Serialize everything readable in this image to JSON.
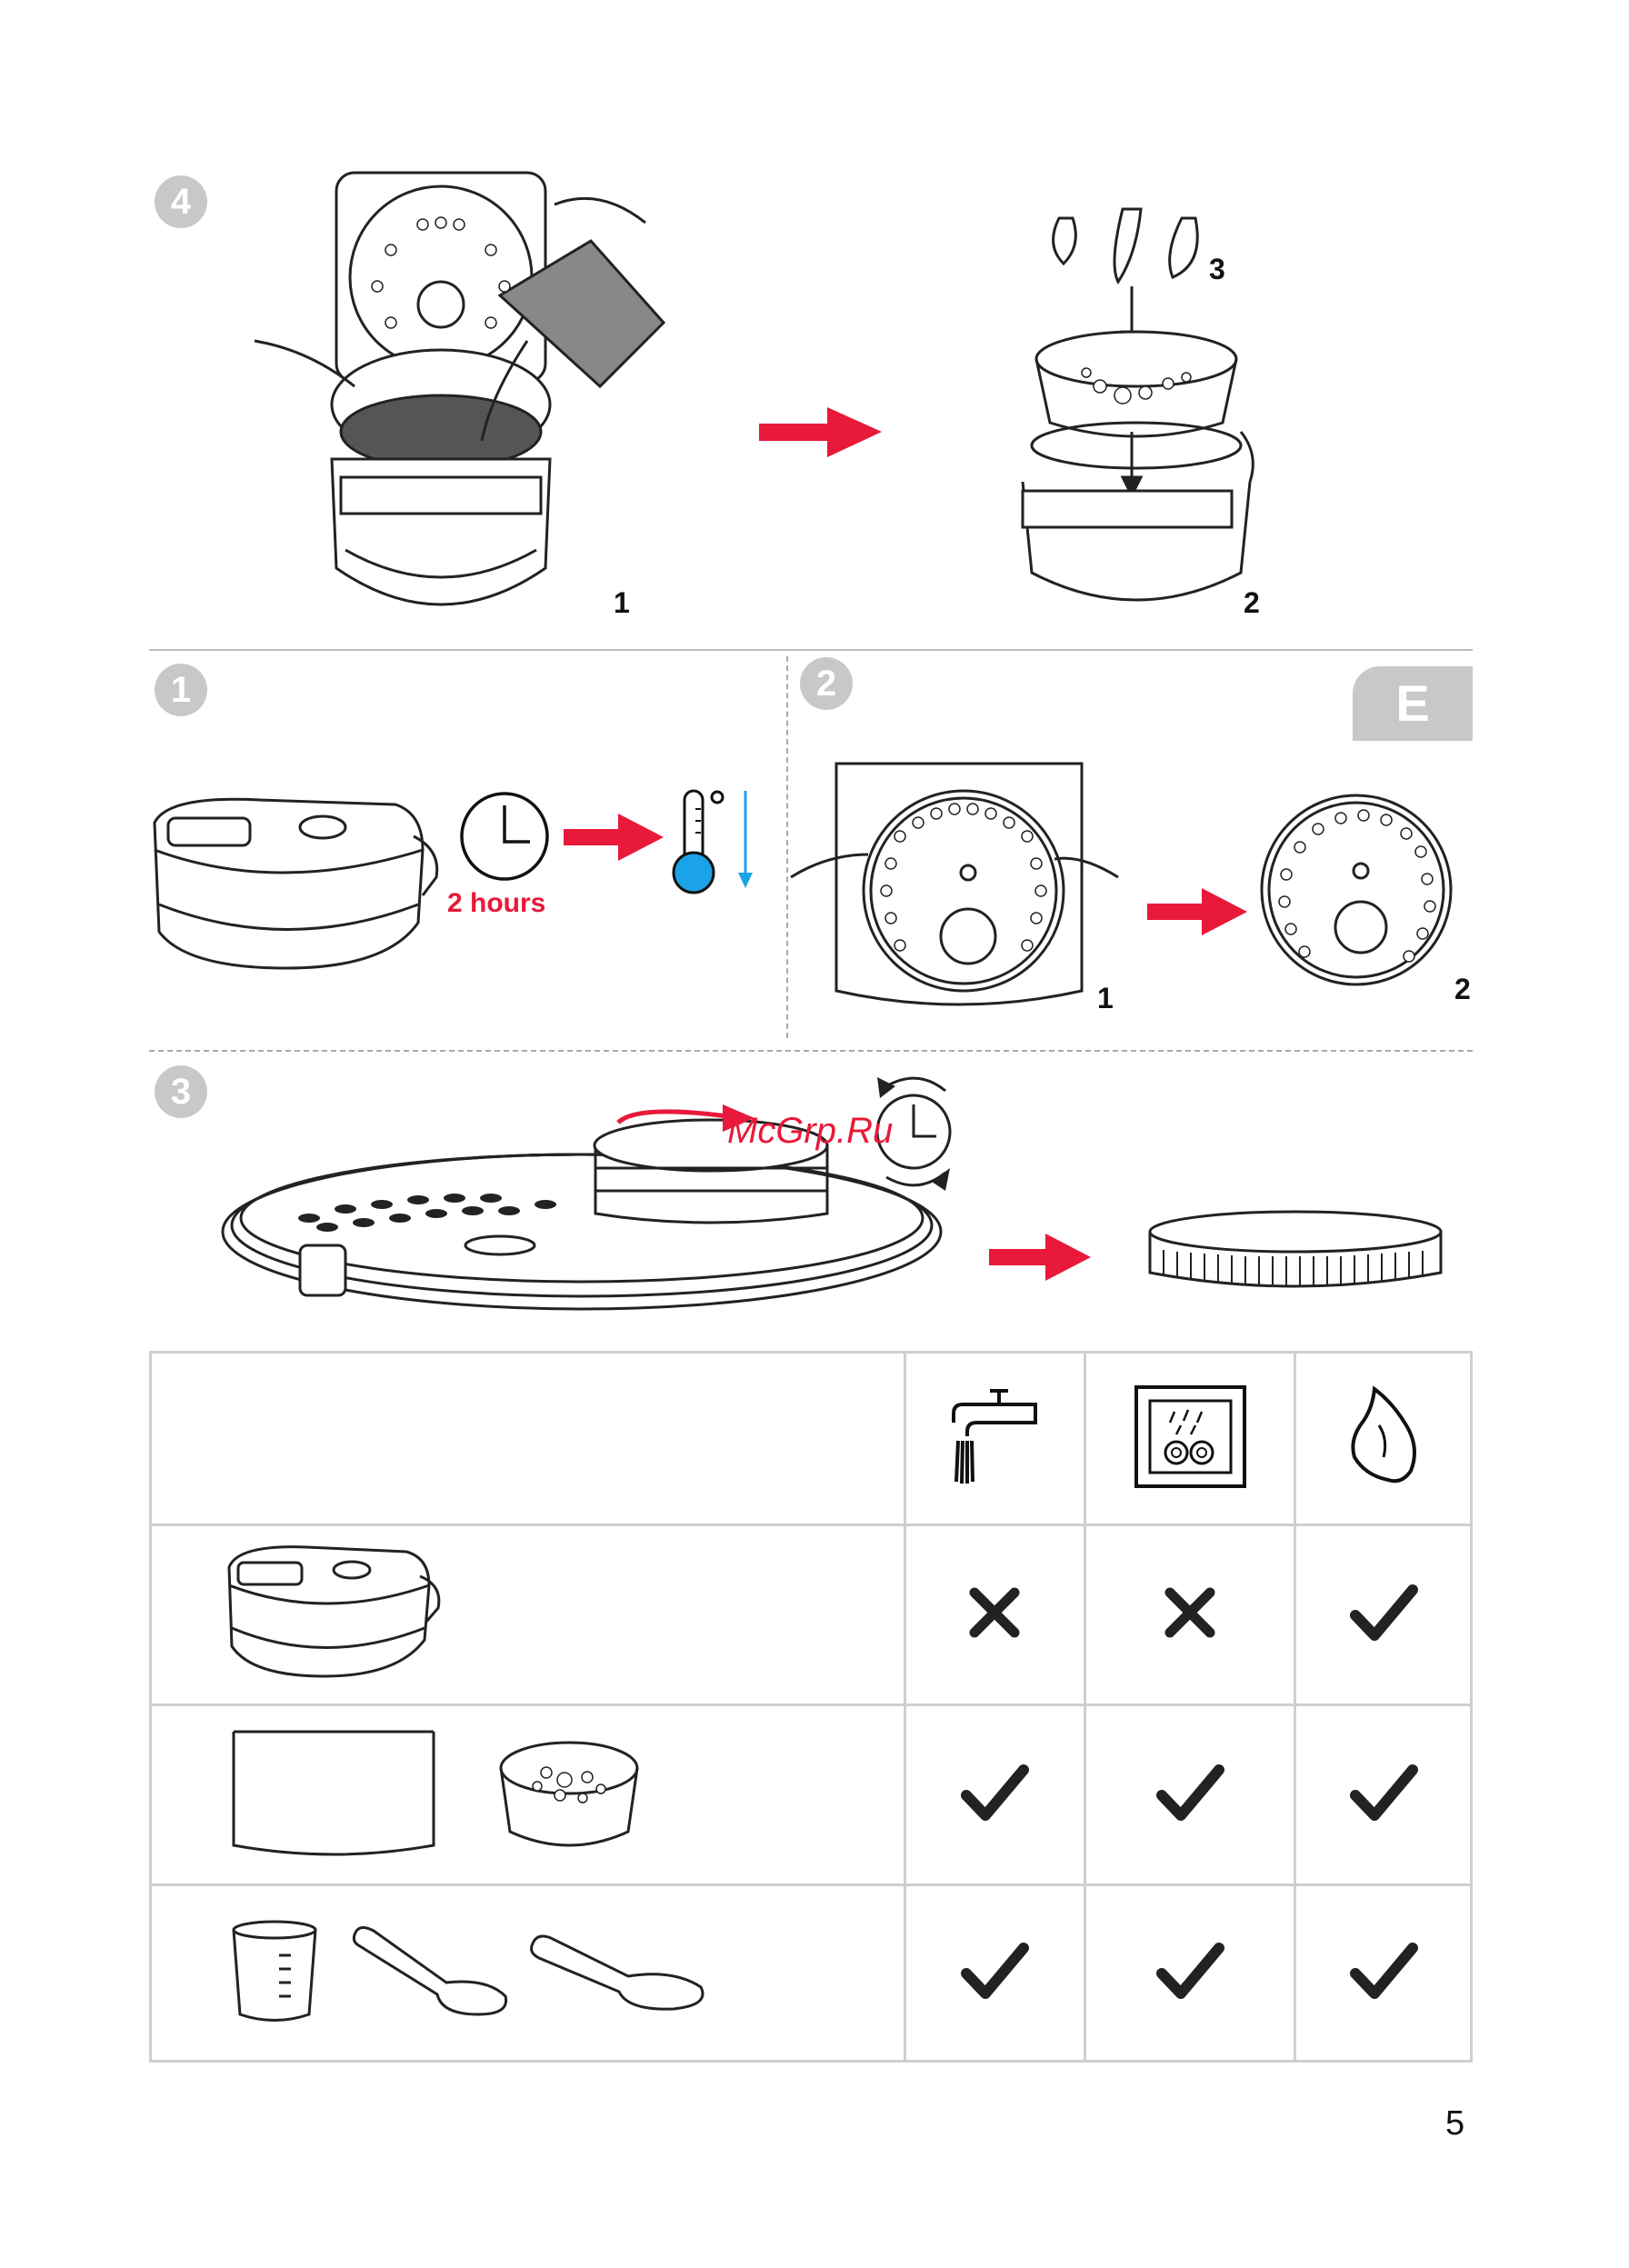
{
  "header_section": {
    "step_number": "4",
    "sublabels": [
      "1",
      "2",
      "3"
    ]
  },
  "section_e": {
    "tab_letter": "E",
    "step1": {
      "number": "1",
      "duration_text": "2 hours"
    },
    "step2": {
      "number": "2",
      "sublabels": [
        "1",
        "2"
      ]
    },
    "step3": {
      "number": "3"
    }
  },
  "watermark": "McGrp.Ru",
  "care_table": {
    "columns": [
      {
        "icon": "tap-water-icon"
      },
      {
        "icon": "dishwasher-icon"
      },
      {
        "icon": "cloth-wipe-icon"
      }
    ],
    "rows": [
      {
        "item": "rice-cooker-body",
        "marks": [
          "cross",
          "cross",
          "check"
        ]
      },
      {
        "item": "inner-pot-and-steam-basket",
        "marks": [
          "check",
          "check",
          "check"
        ]
      },
      {
        "item": "measuring-cup-and-spoons",
        "marks": [
          "check",
          "check",
          "check"
        ]
      }
    ]
  },
  "page_number": "5",
  "colors": {
    "accent_red": "#e8193a",
    "thermometer_blue": "#1aa3e8",
    "gray_badge": "#c8c8c8"
  }
}
